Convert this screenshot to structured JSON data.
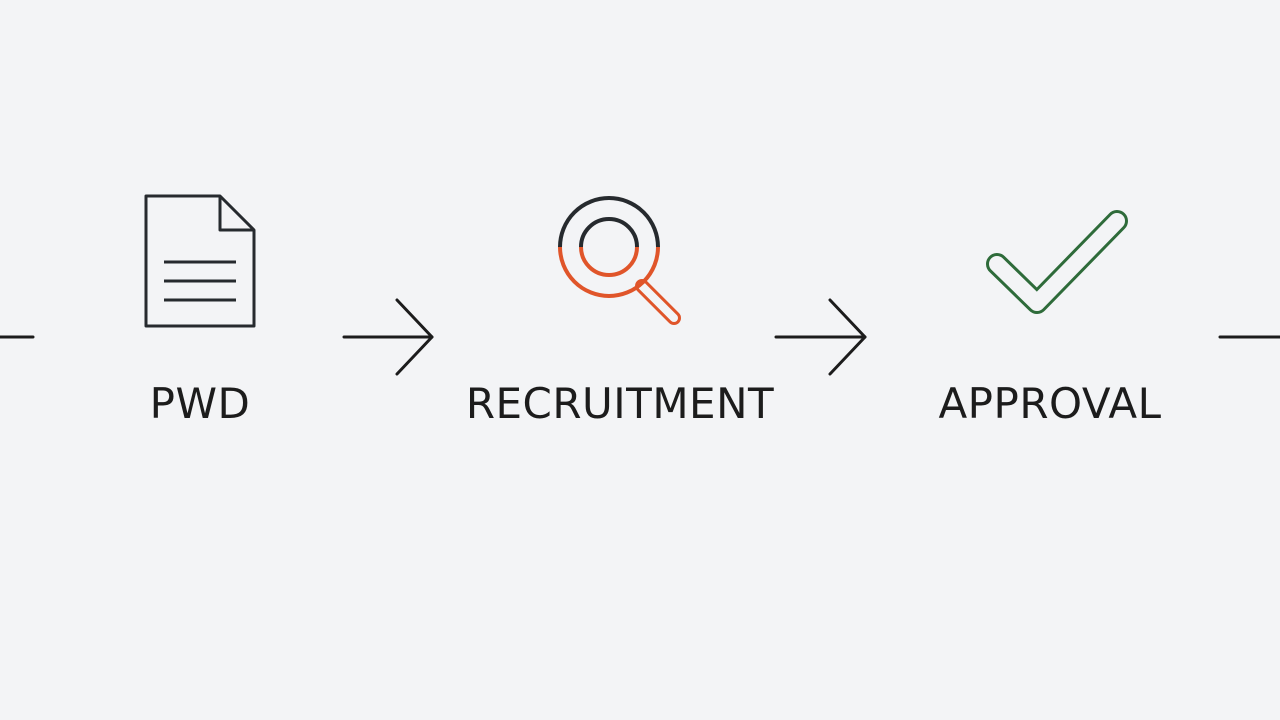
{
  "steps": [
    {
      "label": "PWD",
      "icon": "document-icon",
      "color": "#262a2e"
    },
    {
      "label": "RECRUITMENT",
      "icon": "magnifier-icon",
      "color": "#e0552a"
    },
    {
      "label": "APPROVAL",
      "icon": "checkmark-icon",
      "color": "#2e6b3a"
    }
  ],
  "colors": {
    "background": "#f3f4f6",
    "line": "#1c1c1c",
    "search_orange": "#e0552a",
    "search_dark": "#262a2e",
    "check_green": "#2e6b3a"
  }
}
